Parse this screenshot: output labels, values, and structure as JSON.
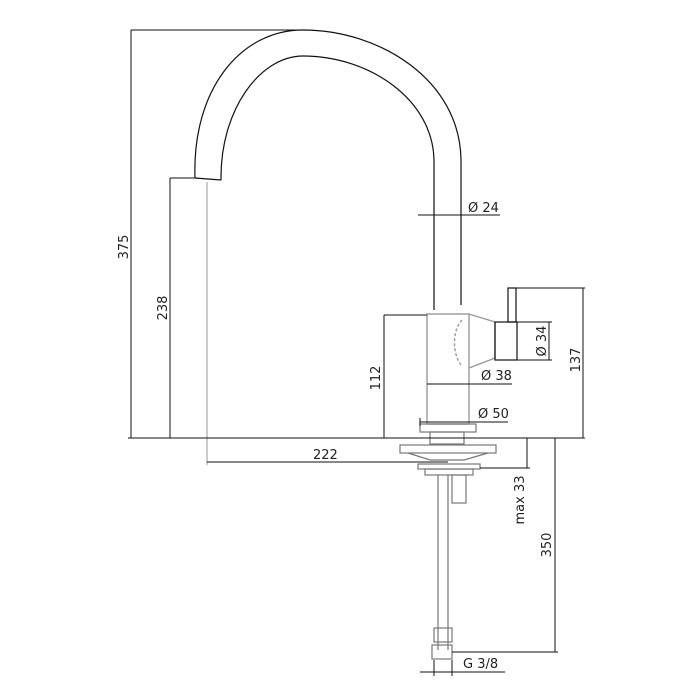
{
  "drawing": {
    "title": "Kitchen faucet technical drawing",
    "dimensions": {
      "overall_height": "375",
      "spout_outlet_height": "238",
      "spout_diameter": "Ø 24",
      "lever_diameter": "Ø 34",
      "lever_top_height": "137",
      "body_height": "112",
      "body_diameter": "Ø 38",
      "base_diameter": "Ø 50",
      "spout_reach": "222",
      "max_deck_thickness": "max 33",
      "hose_length": "350",
      "hose_connection": "G 3/8"
    },
    "colors": {
      "line": "#111111",
      "body_line": "#999999",
      "background": "#ffffff"
    }
  }
}
